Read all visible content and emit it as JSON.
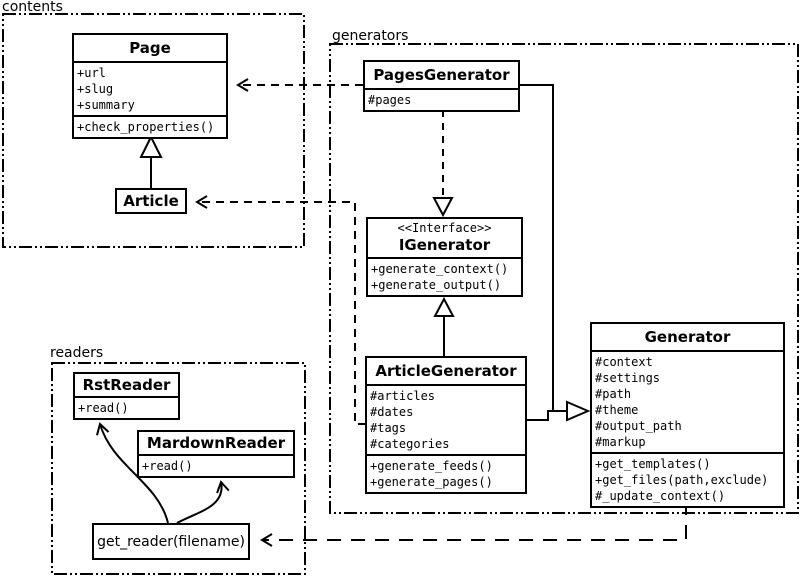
{
  "diagram_type": "uml-class-diagram",
  "colors": {
    "line": "#000000",
    "background": "#ffffff",
    "box_fill": "#ffffff",
    "text": "#000000"
  },
  "packages": {
    "contents": {
      "label": "contents"
    },
    "generators": {
      "label": "generators"
    },
    "readers": {
      "label": "readers"
    }
  },
  "classes": {
    "page": {
      "name": "Page",
      "attributes": [
        "+url",
        "+slug",
        "+summary"
      ],
      "methods": [
        "+check_properties()"
      ]
    },
    "article": {
      "name": "Article"
    },
    "pages_generator": {
      "name": "PagesGenerator",
      "attributes": [
        "#pages"
      ]
    },
    "igenerator": {
      "stereotype": "<<Interface>>",
      "name": "IGenerator",
      "methods": [
        "+generate_context()",
        "+generate_output()"
      ]
    },
    "article_generator": {
      "name": "ArticleGenerator",
      "attributes": [
        "#articles",
        "#dates",
        "#tags",
        "#categories"
      ],
      "methods": [
        "+generate_feeds()",
        "+generate_pages()"
      ]
    },
    "generator": {
      "name": "Generator",
      "attributes": [
        "#context",
        "#settings",
        "#path",
        "#theme",
        "#output_path",
        "#markup"
      ],
      "methods": [
        "+get_templates()",
        "+get_files(path,exclude)",
        "#_update_context()"
      ]
    },
    "rst_reader": {
      "name": "RstReader",
      "methods": [
        "+read()"
      ]
    },
    "markdown_reader": {
      "name": "MardownReader",
      "methods": [
        "+read()"
      ]
    },
    "get_reader": {
      "label": "get_reader(filename)"
    }
  },
  "relations": [
    {
      "from": "PagesGenerator",
      "to": "Page",
      "type": "dependency"
    },
    {
      "from": "ArticleGenerator",
      "to": "Article",
      "type": "dependency"
    },
    {
      "from": "PagesGenerator",
      "to": "IGenerator",
      "type": "realization"
    },
    {
      "from": "ArticleGenerator",
      "to": "IGenerator",
      "type": "generalization"
    },
    {
      "from": "PagesGenerator",
      "to": "Generator",
      "type": "generalization"
    },
    {
      "from": "ArticleGenerator",
      "to": "Generator",
      "type": "generalization"
    },
    {
      "from": "Generator",
      "to": "get_reader(filename)",
      "type": "dependency"
    },
    {
      "from": "get_reader(filename)",
      "to": "RstReader",
      "type": "call"
    },
    {
      "from": "get_reader(filename)",
      "to": "MardownReader",
      "type": "call"
    }
  ]
}
